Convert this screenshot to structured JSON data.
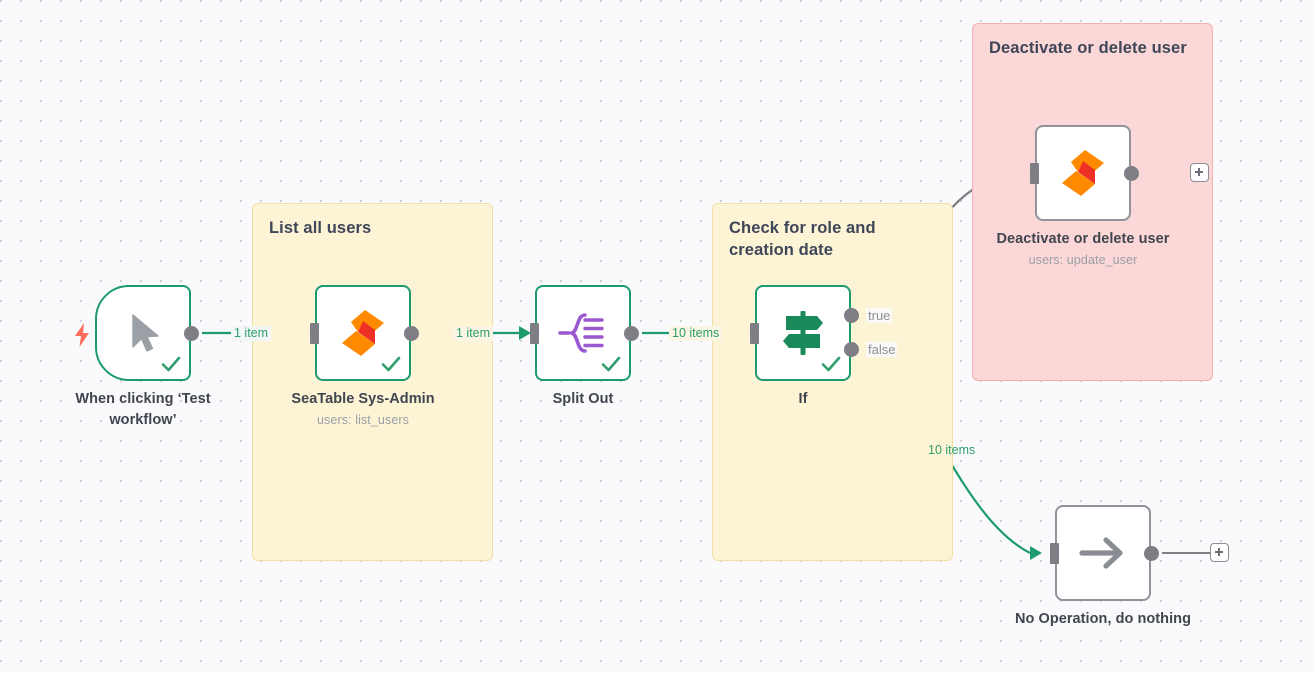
{
  "app": {
    "name": "n8n-workflow-canvas"
  },
  "sticky_notes": [
    {
      "id": "list-all-users",
      "title": "List all users",
      "color": "#FDF4D6",
      "border": "#F2DFA4"
    },
    {
      "id": "check-role",
      "title": "Check for role and creation date",
      "color": "#FDF4D6",
      "border": "#F2DFA4"
    },
    {
      "id": "deactivate-delete",
      "title": "Deactivate or delete user",
      "color": "#FBD7D7",
      "border": "#F4B2B2"
    }
  ],
  "nodes": [
    {
      "id": "manual-trigger",
      "name": "When clicking ‘Test workflow’",
      "subtitle": "",
      "icon": "cursor-pointer-icon",
      "status": "executed",
      "has_trigger_bolt": true
    },
    {
      "id": "seatable-sys-admin",
      "name": "SeaTable Sys-Admin",
      "subtitle": "users: list_users",
      "icon": "seatable-icon",
      "status": "executed",
      "has_trigger_bolt": false
    },
    {
      "id": "split-out",
      "name": "Split Out",
      "subtitle": "",
      "icon": "split-out-icon",
      "status": "executed",
      "has_trigger_bolt": false
    },
    {
      "id": "if",
      "name": "If",
      "subtitle": "",
      "icon": "signpost-icon",
      "status": "executed",
      "has_trigger_bolt": false,
      "outputs": [
        "true",
        "false"
      ]
    },
    {
      "id": "deactivate-or-delete-user",
      "name": "Deactivate or delete user",
      "subtitle": "users: update_user",
      "icon": "seatable-icon",
      "status": "not-executed",
      "has_trigger_bolt": false
    },
    {
      "id": "no-operation",
      "name": "No Operation, do nothing",
      "subtitle": "",
      "icon": "arrow-right-icon",
      "status": "not-executed",
      "has_trigger_bolt": false
    }
  ],
  "connections": [
    {
      "from": "manual-trigger",
      "to": "seatable-sys-admin",
      "label": "1 item",
      "state": "executed"
    },
    {
      "from": "seatable-sys-admin",
      "to": "split-out",
      "label": "1 item",
      "state": "executed"
    },
    {
      "from": "split-out",
      "to": "if",
      "label": "10 items",
      "state": "executed"
    },
    {
      "from": "if:true",
      "to": "deactivate-or-delete-user",
      "label": "",
      "state": "not-executed"
    },
    {
      "from": "if:false",
      "to": "no-operation",
      "label": "10 items",
      "state": "executed"
    },
    {
      "from": "deactivate-or-delete-user",
      "to": "add-node",
      "label": "",
      "state": "not-executed"
    },
    {
      "from": "no-operation",
      "to": "add-node",
      "label": "",
      "state": "not-executed"
    }
  ],
  "branch_labels": {
    "true": "true",
    "false": "false"
  },
  "colors": {
    "canvas_bg": "#FAFAFC",
    "grid_dot": "#C9CBD4",
    "executed_green": "#1D9B6C",
    "edge_label_green": "#2E9E6B",
    "idle_gray": "#7D7F85",
    "sticky_yellow": "#FDF4D6",
    "sticky_pink": "#FBD7D7",
    "seatable_orange": "#FF8A00",
    "seatable_red": "#E8312F",
    "split_purple": "#9B59D0",
    "trigger_bolt": "#FF6D5A"
  },
  "add_buttons": [
    {
      "id": "add-after-deactivate",
      "label": "+"
    },
    {
      "id": "add-after-noop",
      "label": "+"
    }
  ]
}
